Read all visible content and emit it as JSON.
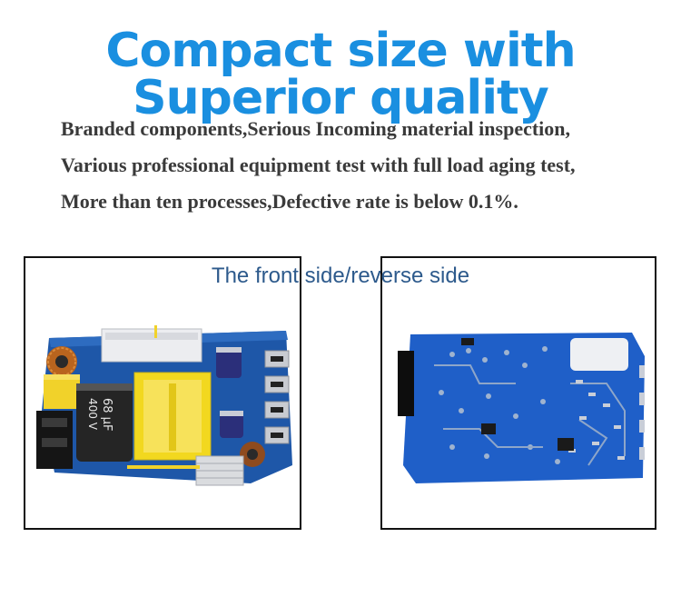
{
  "headline": "Compact size with Superior quality",
  "description": [
    "Branded components,Serious Incoming material inspection,",
    "Various professional equipment test with full load aging test,",
    "More than ten processes,Defective rate is below 0.1%."
  ],
  "caption": "The front side/reverse side",
  "images": {
    "front": {
      "capacitor_value": "68 µF",
      "capacitor_voltage": "400 V"
    }
  }
}
